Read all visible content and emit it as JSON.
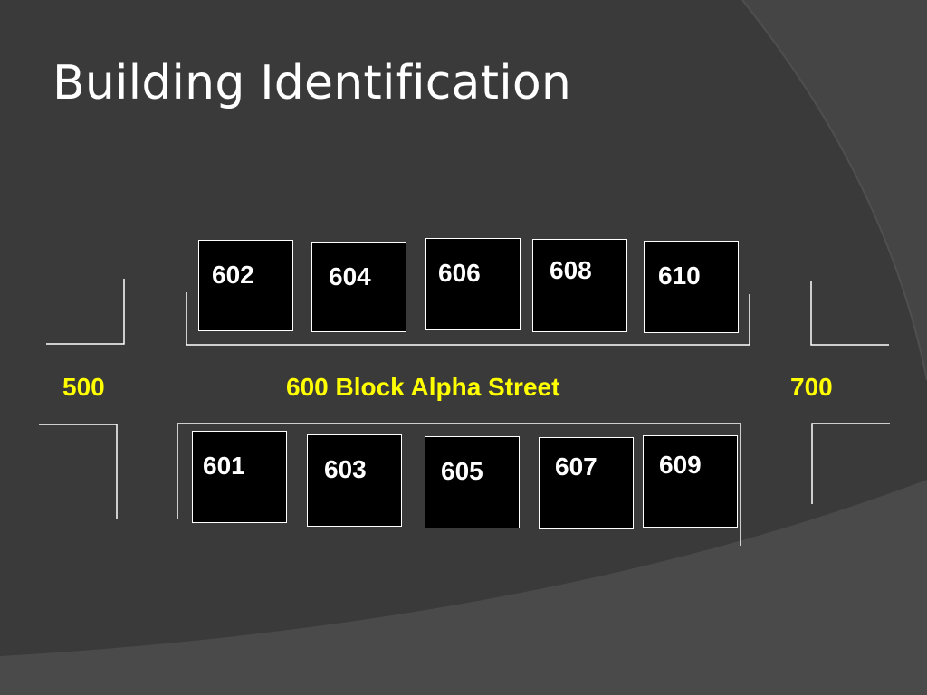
{
  "slide": {
    "title": "Building Identification",
    "colors": {
      "background": "#3a3a3a",
      "accent": "#ffff00",
      "building_fill": "#000000",
      "line": "#ffffff"
    }
  },
  "street": {
    "name": "600 Block Alpha Street",
    "left_block": "500",
    "right_block": "700"
  },
  "buildings": {
    "north_side": [
      "602",
      "604",
      "606",
      "608",
      "610"
    ],
    "south_side": [
      "601",
      "603",
      "605",
      "607",
      "609"
    ]
  }
}
